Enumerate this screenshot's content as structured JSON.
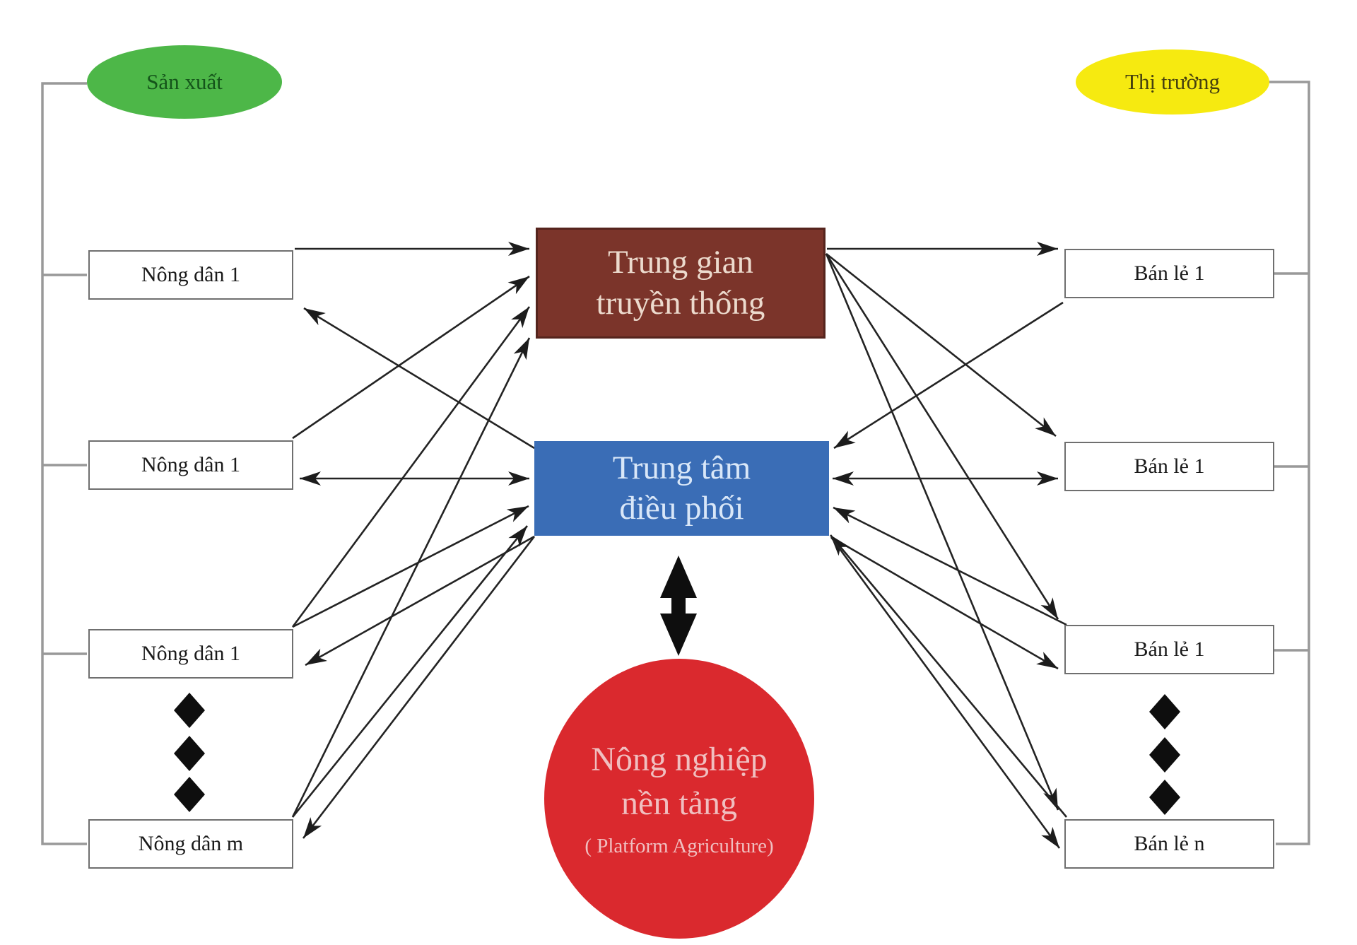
{
  "nodes": {
    "production": "Sản xuất",
    "market": "Thị trường",
    "farmers": [
      "Nông dân 1",
      "Nông dân 1",
      "Nông dân 1",
      "Nông dân m"
    ],
    "retailers": [
      "Bán lẻ 1",
      "Bán lẻ 1",
      "Bán lẻ 1",
      "Bán lẻ n"
    ],
    "intermediary_line1": "Trung gian",
    "intermediary_line2": "truyền thống",
    "coordination_line1": "Trung tâm",
    "coordination_line2": "điều phối",
    "platform_line1": "Nông nghiệp",
    "platform_line2": "nền tảng",
    "platform_line3": "( Platform Agriculture)"
  },
  "colors": {
    "production_fill": "#4db748",
    "market_fill": "#f6ea10",
    "intermediary_fill": "#7b342a",
    "coordination_fill": "#3a6db6",
    "platform_fill": "#da292e",
    "arrow": "#232323",
    "bracket": "#999999"
  }
}
